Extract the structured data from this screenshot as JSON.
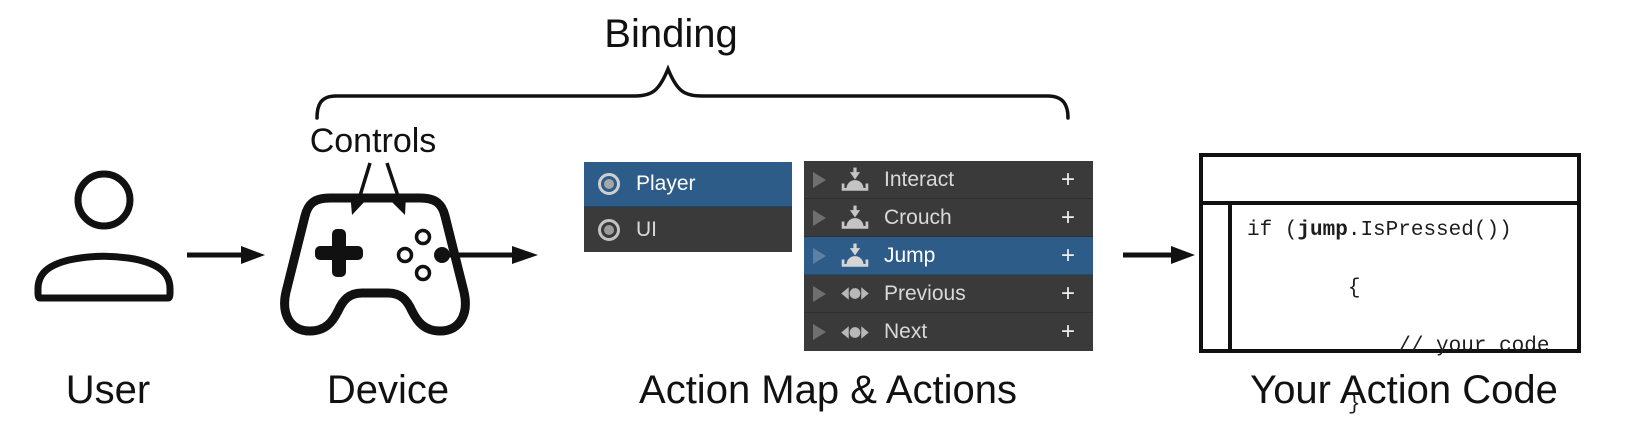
{
  "labels": {
    "binding": "Binding",
    "controls": "Controls",
    "user": "User",
    "device": "Device",
    "action_map": "Action Map & Actions",
    "action_code": "Your Action Code"
  },
  "action_map_panel": {
    "items": [
      {
        "label": "Player",
        "selected": true
      },
      {
        "label": "UI",
        "selected": false
      }
    ]
  },
  "actions_panel": {
    "add_label": "+",
    "rows": [
      {
        "label": "Interact",
        "control_type": "button",
        "selected": false
      },
      {
        "label": "Crouch",
        "control_type": "button",
        "selected": false
      },
      {
        "label": "Jump",
        "control_type": "button",
        "selected": true
      },
      {
        "label": "Previous",
        "control_type": "axis",
        "selected": false
      },
      {
        "label": "Next",
        "control_type": "axis",
        "selected": false
      }
    ]
  },
  "code": {
    "line1_prefix": "if (",
    "line1_action": "jump",
    "line1_suffix": ".IsPressed())",
    "line2": "{",
    "line3": "    // your code",
    "line4": "}"
  },
  "colors": {
    "selection_blue": "#2d5c88",
    "panel_gray": "#3a3a3a",
    "row_text": "#d9d9d9",
    "selected_row_text": "#ffffff",
    "control_icon_gray": "#c4c4c4",
    "foldout_gray": "#6f6f6f",
    "line_black": "#111111"
  }
}
